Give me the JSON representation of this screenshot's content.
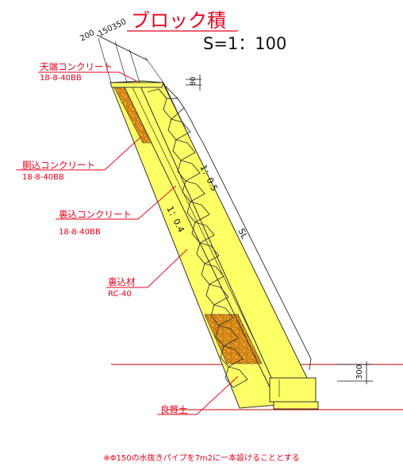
{
  "title": "ブロック積",
  "scale": "S=1：100",
  "dims": {
    "top_a": "200",
    "top_b": "150",
    "top_c": "350",
    "side_small": "80",
    "base_height": "300"
  },
  "labels": {
    "tenba": {
      "name": "天端コンクリート",
      "spec": "18-8-40BB"
    },
    "dogome": {
      "name": "胴込コンクリート",
      "spec": "18-8-40BB"
    },
    "uragome": {
      "name": "裏込コンクリート",
      "spec": "18-8-40BB"
    },
    "uragomezai": {
      "name": "裏込材",
      "spec": "RC-40"
    },
    "ryoshitsudo": {
      "name": "良質土"
    }
  },
  "slopes": {
    "front": "1：0.5",
    "back": "1：0.4",
    "sl": "SL"
  },
  "note": "※Φ150の水抜きパイプを7m2に一本設けることとする",
  "colors": {
    "fill": "#ffff66",
    "gravel": "#e8a020",
    "red": "#e8001c",
    "line": "#333333"
  }
}
